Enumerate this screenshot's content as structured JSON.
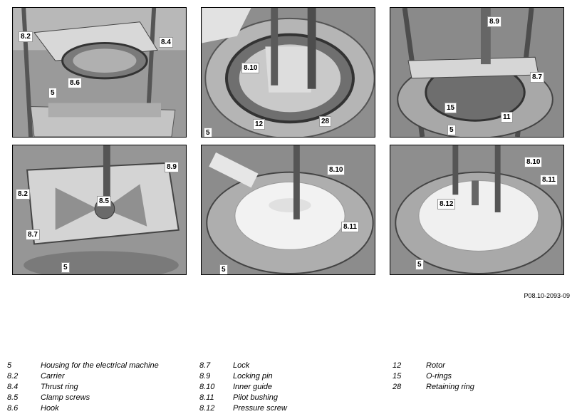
{
  "figure_code": "P08.10-2093-09",
  "panels": [
    {
      "labels": [
        "8.2",
        "8.4",
        "8.6",
        "5"
      ]
    },
    {
      "labels": [
        "8.10",
        "12",
        "28",
        "5"
      ]
    },
    {
      "labels": [
        "8.9",
        "8.7",
        "15",
        "11",
        "5"
      ]
    },
    {
      "labels": [
        "8.9",
        "8.2",
        "8.5",
        "8.7",
        "5"
      ]
    },
    {
      "labels": [
        "8.10",
        "8.11",
        "5"
      ]
    },
    {
      "labels": [
        "8.10",
        "8.11",
        "8.12",
        "5"
      ]
    }
  ],
  "legend": [
    [
      {
        "code": "5",
        "text": "Housing for the electrical machine"
      },
      {
        "code": "8.2",
        "text": "Carrier"
      },
      {
        "code": "8.4",
        "text": "Thrust ring"
      },
      {
        "code": "8.5",
        "text": "Clamp screws"
      },
      {
        "code": "8.6",
        "text": "Hook"
      }
    ],
    [
      {
        "code": "8.7",
        "text": "Lock"
      },
      {
        "code": "8.9",
        "text": "Locking pin"
      },
      {
        "code": "8.10",
        "text": "Inner guide"
      },
      {
        "code": "8.11",
        "text": "Pilot bushing"
      },
      {
        "code": "8.12",
        "text": "Pressure screw"
      }
    ],
    [
      {
        "code": "12",
        "text": "Rotor"
      },
      {
        "code": "15",
        "text": "O-rings"
      },
      {
        "code": "28",
        "text": "Retaining ring"
      }
    ]
  ]
}
